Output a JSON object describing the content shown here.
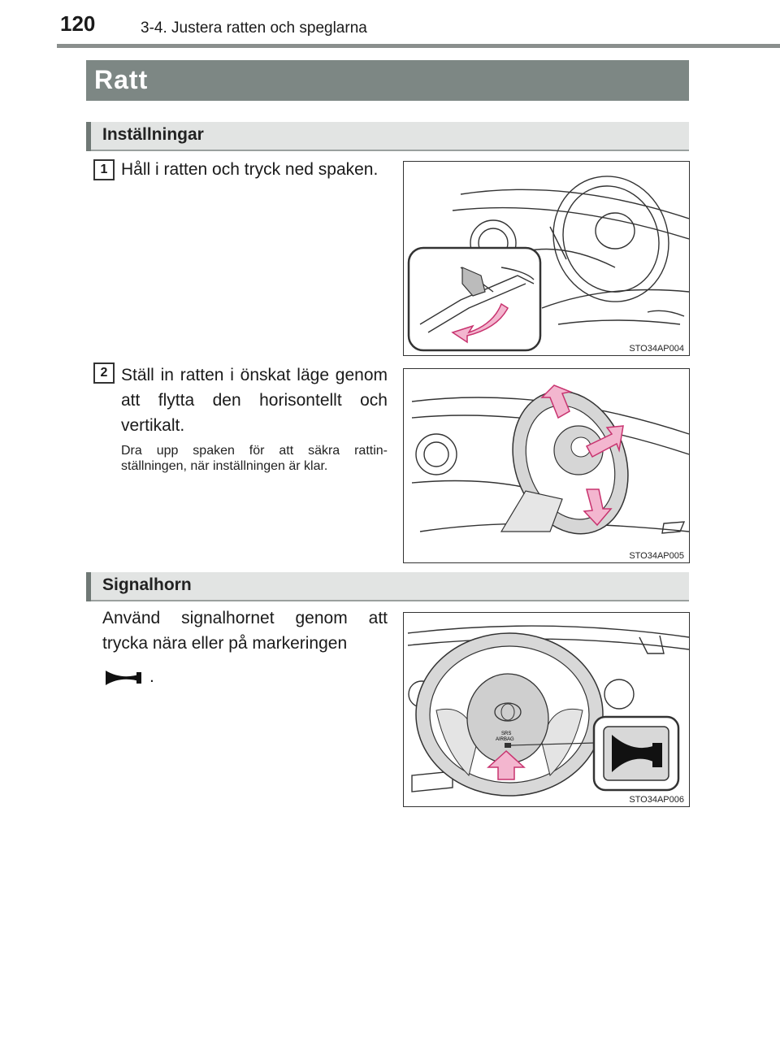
{
  "header": {
    "page_number": "120",
    "chapter": "3-4. Justera ratten och speglarna"
  },
  "title": "Ratt",
  "sections": {
    "settings": {
      "heading": "Inställningar"
    },
    "horn": {
      "heading": "Signalhorn",
      "text": "Använd signalhornet genom att trycka nära eller på markeringen",
      "period": "."
    }
  },
  "steps": [
    {
      "number": "1",
      "text": "Håll i ratten och tryck ned spaken."
    },
    {
      "number": "2",
      "text": "Ställ in ratten i önskat läge genom att flytta den horisontellt och vertikalt.",
      "note": "Dra upp spaken för att säkra rattin-ställningen, när inställningen är klar."
    }
  ],
  "figures": {
    "fig1": {
      "code": "STO34AP004"
    },
    "fig2": {
      "code": "STO34AP005"
    },
    "fig3": {
      "code": "STO34AP006",
      "airbag_label_1": "SRS",
      "airbag_label_2": "AIRBAG"
    }
  },
  "colors": {
    "title_bar": "#7d8784",
    "section_bar": "#e2e4e3",
    "arrow_fill": "#f3b6cf",
    "arrow_stroke": "#c8336f"
  },
  "icons": [
    "horn-icon",
    "steering-wheel-illustration",
    "lever-illustration"
  ]
}
